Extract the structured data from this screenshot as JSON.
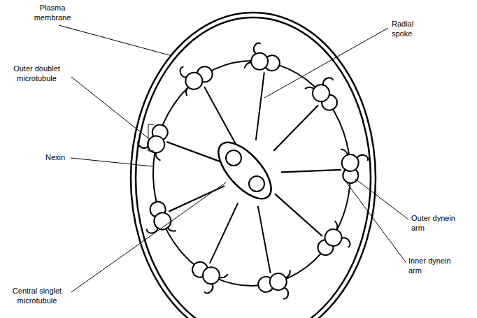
{
  "diagram": {
    "labels": [
      "Plasma membrane",
      "Outer doublet microtubule",
      "Nexin",
      "Central singlet microtubule",
      "Radial spoke",
      "Outer dynein arm",
      "Inner dynein arm"
    ]
  }
}
